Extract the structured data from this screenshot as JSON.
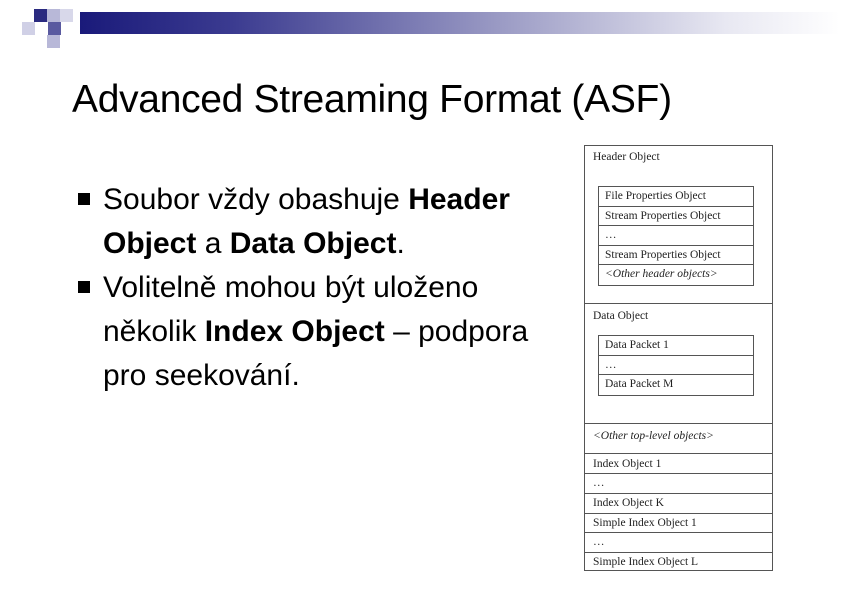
{
  "slide": {
    "title": "Advanced Streaming Format (ASF)",
    "bullets": [
      {
        "parts": [
          "Soubor vždy obashuje ",
          "Header Object",
          " a ",
          "Data Object",
          "."
        ]
      },
      {
        "parts": [
          "Volitelně mohou být uloženo několik ",
          "Index Object",
          " – podpora pro seekování."
        ]
      }
    ]
  },
  "diagram": {
    "header_label": "Header Object",
    "header_items": [
      "File Properties Object",
      "Stream Properties Object",
      "…",
      "Stream Properties Object",
      "<Other header objects>"
    ],
    "data_label": "Data Object",
    "data_items": [
      "Data Packet 1",
      "…",
      "Data Packet M"
    ],
    "other_toplevel": "<Other top-level objects>",
    "index_items": [
      "Index Object 1",
      "…",
      "Index Object K",
      "Simple Index Object 1",
      "…",
      "Simple Index Object L"
    ]
  },
  "colors": {
    "accent_dark": "#1a1a7a",
    "accent_mid": "#6b6ba8",
    "accent_light": "#c8c8e0"
  }
}
